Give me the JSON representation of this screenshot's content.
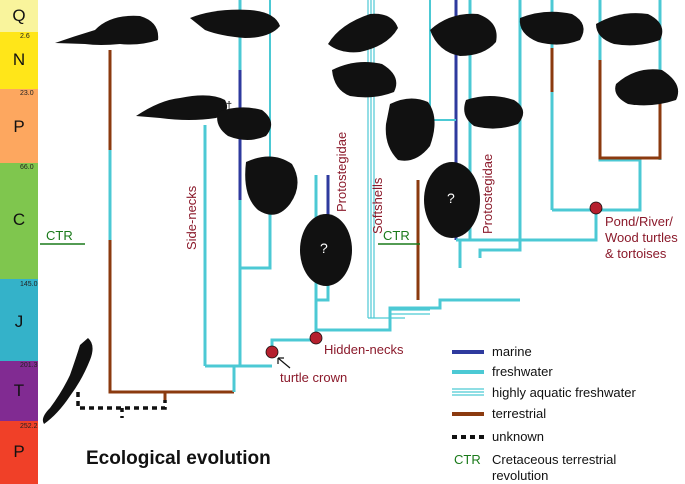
{
  "title": "Ecological evolution",
  "timescale": [
    {
      "label": "Q",
      "age": "",
      "color": "#f9f49c"
    },
    {
      "label": "N",
      "age": "2.6",
      "color": "#ffe619"
    },
    {
      "label": "P",
      "age": "23.0",
      "color": "#fda75f"
    },
    {
      "label": "C",
      "age": "66.0",
      "color": "#7fc64e"
    },
    {
      "label": "J",
      "age": "145.0",
      "color": "#34b2c9"
    },
    {
      "label": "T",
      "age": "201.3",
      "color": "#812b92"
    },
    {
      "label": "P",
      "age": "252.2",
      "color": "#f04028"
    }
  ],
  "clade_labels": {
    "side_necks": "Side-necks",
    "protostegidae_left": "Protostegidae",
    "softshells": "Softshells",
    "protostegidae_right": "Protostegidae",
    "hidden_necks": "Hidden-necks",
    "turtle_crown": "turtle crown",
    "pond_river_line1": "Pond/River/",
    "pond_river_line2": "Wood turtles",
    "pond_river_line3": "& tortoises"
  },
  "ctr_label": "CTR",
  "dagger": "†",
  "unknown_mark": "?",
  "legend": [
    {
      "key": "marine",
      "label": "marine",
      "color": "#2e3a9e",
      "style": "solid"
    },
    {
      "key": "freshwater",
      "label": "freshwater",
      "color": "#4cc9d4",
      "style": "solid"
    },
    {
      "key": "aquatic",
      "label": "highly aquatic freshwater",
      "color": "#4cc9d4",
      "style": "triple"
    },
    {
      "key": "terrestrial",
      "label": "terrestrial",
      "color": "#8b3a0f",
      "style": "solid"
    },
    {
      "key": "unknown",
      "label": "unknown",
      "color": "#111111",
      "style": "dotted"
    }
  ],
  "ctr_legend": {
    "abbr": "CTR",
    "line1": "Cretaceous terrestrial",
    "line2": "revolution"
  },
  "colors": {
    "marine": "#2e3a9e",
    "freshwater": "#4cc9d4",
    "terrestrial": "#8b3a0f",
    "node": "#b5202e",
    "ctr": "#1a7a1a",
    "label": "#8b1a2b"
  }
}
